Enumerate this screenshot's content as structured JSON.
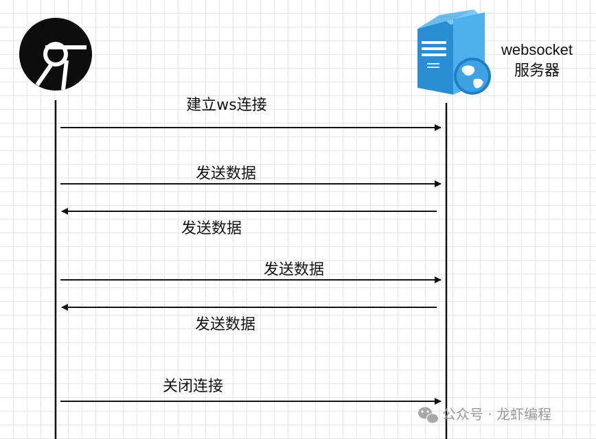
{
  "server": {
    "label_line1": "websocket",
    "label_line2": "服务器"
  },
  "messages": [
    {
      "label": "建立ws连接",
      "direction": "client-to-server"
    },
    {
      "label": "发送数据",
      "direction": "client-to-server"
    },
    {
      "label": "发送数据",
      "direction": "server-to-client"
    },
    {
      "label": "发送数据",
      "direction": "client-to-server"
    },
    {
      "label": "发送数据",
      "direction": "server-to-client"
    },
    {
      "label": "关闭连接",
      "direction": "client-to-server"
    }
  ],
  "watermark": {
    "text": "公众号 · 龙虾编程",
    "icon": "wechat-icon"
  },
  "colors": {
    "line": "#111111",
    "server_blue": "#3fa9e6",
    "globe_blue": "#1f7fc7"
  }
}
